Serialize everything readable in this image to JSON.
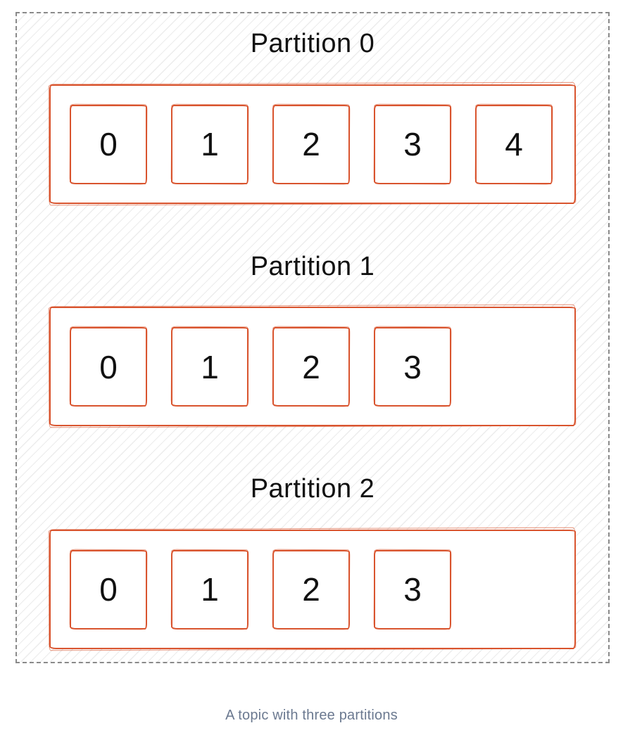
{
  "diagram": {
    "partitions": [
      {
        "label": "Partition 0",
        "messages": [
          "0",
          "1",
          "2",
          "3",
          "4"
        ]
      },
      {
        "label": "Partition 1",
        "messages": [
          "0",
          "1",
          "2",
          "3"
        ]
      },
      {
        "label": "Partition 2",
        "messages": [
          "0",
          "1",
          "2",
          "3"
        ]
      }
    ],
    "caption": "A topic with three partitions"
  },
  "colors": {
    "box_stroke": "#d9542e",
    "frame_dash": "#8a8a8a",
    "hatch_line": "#ececec",
    "title_text": "#111111",
    "caption_text": "#6b7990"
  }
}
